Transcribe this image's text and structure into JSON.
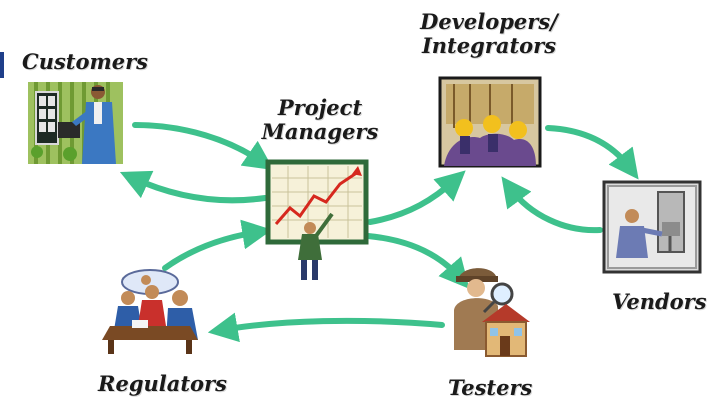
{
  "diagram": {
    "colors": {
      "arrow": "#3ec18c",
      "label": "#1a1a1a"
    },
    "nodes": {
      "customers": {
        "label": "Customers",
        "icon": "customer-at-door-clipart"
      },
      "project_managers": {
        "label_line1": "Project",
        "label_line2": "Managers",
        "icon": "manager-presenting-chart-clipart"
      },
      "developers": {
        "label_line1": "Developers/",
        "label_line2": "Integrators",
        "icon": "construction-workers-clipart"
      },
      "vendors": {
        "label": "Vendors",
        "icon": "worker-at-machine-clipart"
      },
      "testers": {
        "label": "Testers",
        "icon": "inspector-magnifying-house-clipart"
      },
      "regulators": {
        "label": "Regulators",
        "icon": "meeting-at-table-clipart"
      }
    },
    "edges": [
      {
        "from": "customers",
        "to": "project_managers"
      },
      {
        "from": "project_managers",
        "to": "customers"
      },
      {
        "from": "project_managers",
        "to": "developers"
      },
      {
        "from": "developers",
        "to": "vendors"
      },
      {
        "from": "vendors",
        "to": "developers"
      },
      {
        "from": "project_managers",
        "to": "testers"
      },
      {
        "from": "testers",
        "to": "regulators"
      },
      {
        "from": "regulators",
        "to": "project_managers"
      }
    ]
  }
}
